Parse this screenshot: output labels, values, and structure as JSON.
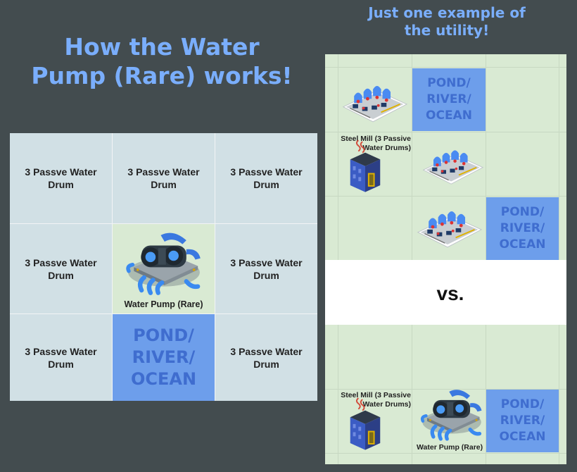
{
  "main_title": {
    "line1": "How the Water",
    "line2": "Pump (Rare) works!"
  },
  "side_title": {
    "line1": "Just one example of",
    "line2": "the utility!"
  },
  "left_grid": {
    "drum_label": "3 Passve Water Drum",
    "center_label": "Water Pump (Rare)",
    "pond": [
      "POND/",
      "RIVER/",
      "OCEAN"
    ]
  },
  "right_panel": {
    "pond": [
      "POND/",
      "RIVER/",
      "OCEAN"
    ],
    "steel_mill_label_line1": "Steel Mill (3 Passive",
    "steel_mill_label_line2": "Water Drums)",
    "vs": "vs.",
    "pump_label": "Water Pump (Rare)"
  },
  "colors": {
    "background": "#434c4f",
    "title": "#7aaefc",
    "cell": "#d1e0e5",
    "center_cell": "#d9ead3",
    "pond": "#6d9eeb",
    "pond_text": "#3f6dcf"
  },
  "icons": [
    "water-pump-icon",
    "passive-water-drum-icon",
    "steel-mill-icon"
  ]
}
